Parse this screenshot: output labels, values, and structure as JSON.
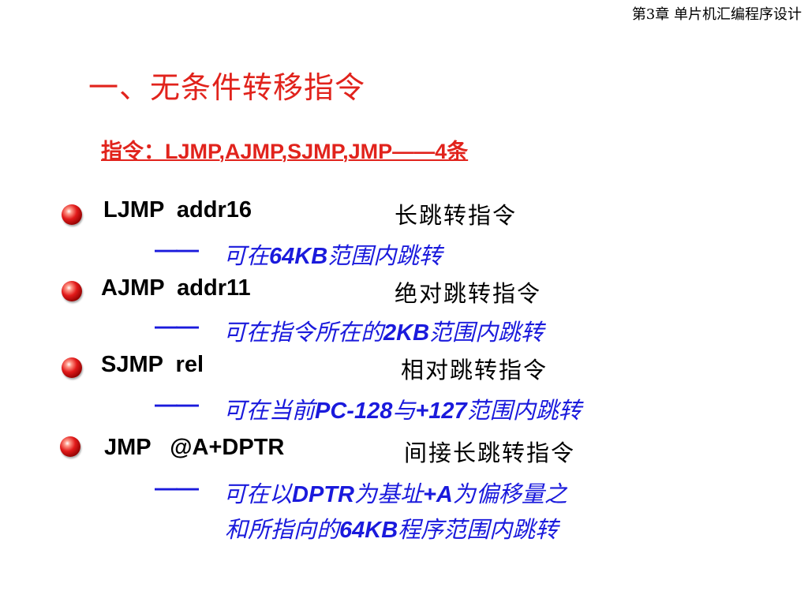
{
  "header": {
    "chapter": "第3章  单片机汇编程序设计"
  },
  "title": "一、无条件转移指令",
  "subtitle": "指令：LJMP,AJMP,SJMP,JMP——4条",
  "instructions": [
    {
      "code": "LJMP  addr16",
      "desc": "长跳转指令",
      "dash": "——",
      "note": [
        "可在",
        "64KB",
        "范围内跳转"
      ]
    },
    {
      "code": "AJMP  addr11",
      "desc": "绝对跳转指令",
      "dash": "——",
      "note": [
        "可在指令所在的",
        "2KB",
        "范围内跳转"
      ]
    },
    {
      "code": "SJMP  rel",
      "desc": "相对跳转指令",
      "dash": "——",
      "note": [
        "可在当前",
        "PC-128",
        "与",
        "+127",
        "范围内跳转"
      ]
    },
    {
      "code": "JMP   @A+DPTR",
      "desc": "间接长跳转指令",
      "dash": "——",
      "note": [
        "可在以",
        "DPTR",
        "为基址",
        "+A",
        "为偏移量之"
      ],
      "note2": [
        "和所指向的",
        "64KB",
        "程序范围内跳转"
      ]
    }
  ]
}
